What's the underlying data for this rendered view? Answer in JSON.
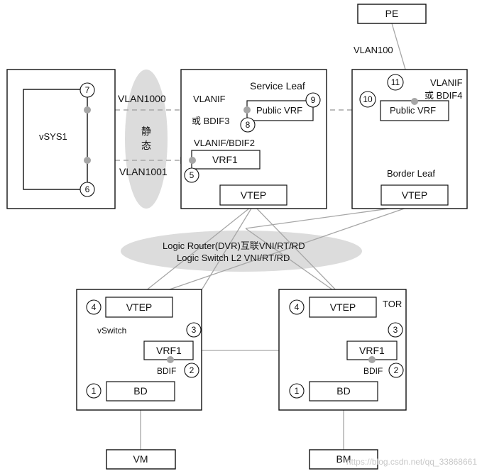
{
  "labels": {
    "pe": "PE",
    "vlan100": "VLAN100",
    "vsys1": "vSYS1",
    "vlan1000": "VLAN1000",
    "vlan1001": "VLAN1001",
    "static_top": "静",
    "static_bottom": "态",
    "service_leaf": "Service Leaf",
    "vlanif_sl": "VLANIF",
    "bdif3": "或 BDIF3",
    "vlanif_bdif2": "VLANIF/BDIF2",
    "public_vrf": "Public VRF",
    "vrf1": "VRF1",
    "vtep": "VTEP",
    "vlanif_bl": "VLANIF",
    "bdif4": "或 BDIF4",
    "border_leaf": "Border Leaf",
    "logic_router": "Logic  Router(DVR)互联VNI/RT/RD",
    "logic_switch": "Logic  Switch L2 VNI/RT/RD",
    "vswitch": "vSwitch",
    "tor": "TOR",
    "bdif": "BDIF",
    "bd": "BD",
    "vm": "VM",
    "bm": "BM",
    "watermark": "https://blog.csdn.net/qq_33868661"
  },
  "badges": {
    "n1": "1",
    "n2": "2",
    "n3": "3",
    "n4": "4",
    "n5": "5",
    "n6": "6",
    "n7": "7",
    "n8": "8",
    "n9": "9",
    "n10": "10",
    "n11": "11"
  }
}
